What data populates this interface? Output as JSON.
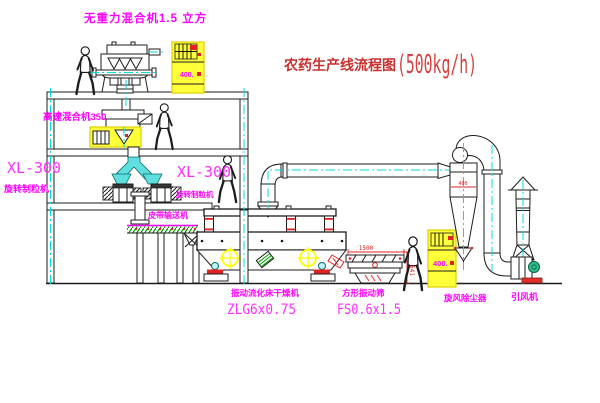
{
  "title": {
    "name_cn": "农药生产线流程图",
    "capacity": "(500kg/h)"
  },
  "equipment_labels": {
    "gravity_mixer": "无重力混合机1.5 立方",
    "high_speed_mixer": "高速混合机350",
    "granulator_left_model": "XL-300",
    "granulator_left_name": "旋转制粒机",
    "granulator_right_model": "XL-300",
    "granulator_right_name": "旋转制粒机",
    "belt_conveyor": "皮带输送机",
    "dryer_name": "振动流化床干燥机",
    "dryer_model": "ZLG6x0.75",
    "screen_name": "方形振动筛",
    "screen_model": "FS0.6x1.5",
    "cyclone_name": "旋风除尘器",
    "fan_name": "引风机"
  },
  "panel_readouts": {
    "cabinet1": "400.",
    "cabinet2": "400."
  },
  "dimensions": {
    "screen_length": "1500",
    "screen_height": "541",
    "cyclone_inlet": "400"
  },
  "colors": {
    "line": "#1c1c1c",
    "magenta": "#ff00ff",
    "title_red": "#c93030",
    "red": "#e02222",
    "cyan": "#00dcdc",
    "yellow": "#ffff3a",
    "green": "#009900"
  }
}
